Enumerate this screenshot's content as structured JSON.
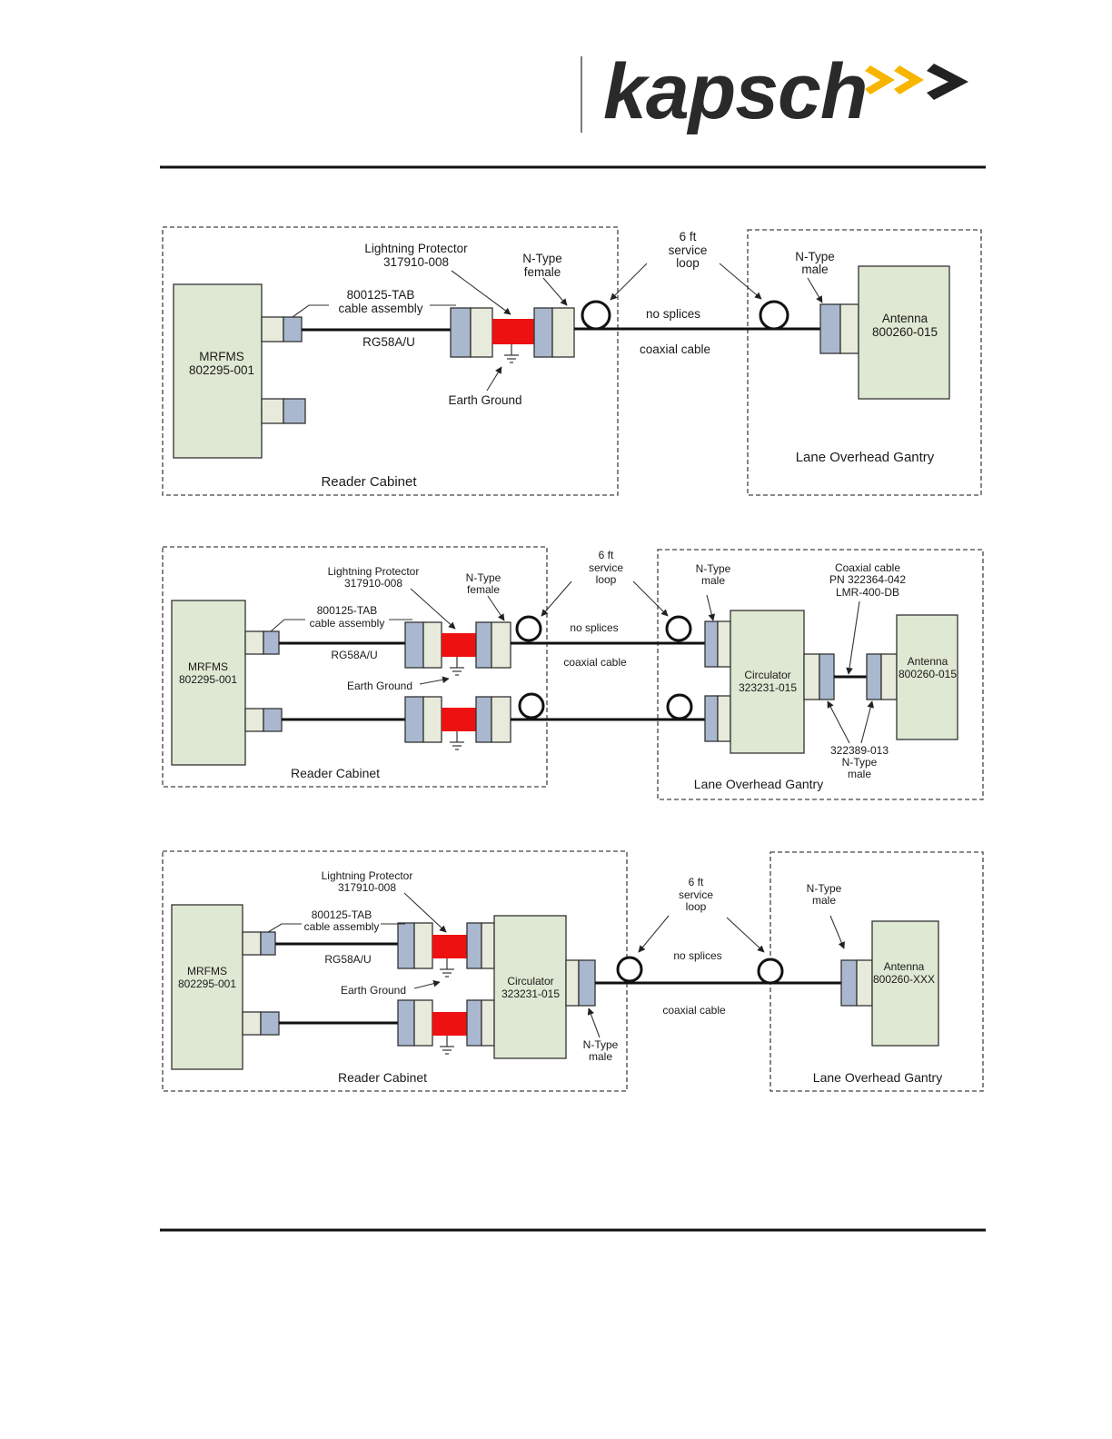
{
  "header": {
    "logo_text": "kapsch",
    "logo_chevrons": ">>>",
    "logo_chevron_color": "#f7b500"
  },
  "colors": {
    "lightning_protector": "#ee1111",
    "box_fill": "#dfe8d2",
    "connector_blue": "#aab8cf"
  },
  "diagram1": {
    "mrfms": [
      "MRFMS",
      "802295-001"
    ],
    "cable_assembly": [
      "800125-TAB",
      "cable assembly"
    ],
    "rg": "RG58A/U",
    "lightning": [
      "Lightning Protector",
      "317910-008"
    ],
    "ntype_female": [
      "N-Type",
      "female"
    ],
    "earth": "Earth Ground",
    "service_loop": [
      "6 ft",
      "service",
      "loop"
    ],
    "no_splices": "no splices",
    "coax": "coaxial cable",
    "ntype_male": [
      "N-Type",
      "male"
    ],
    "antenna": [
      "Antenna",
      "800260-015"
    ],
    "gantry": "Lane Overhead Gantry",
    "cabinet": "Reader Cabinet"
  },
  "diagram2": {
    "mrfms": [
      "MRFMS",
      "802295-001"
    ],
    "cable_assembly": [
      "800125-TAB",
      "cable assembly"
    ],
    "rg": "RG58A/U",
    "lightning": [
      "Lightning Protector",
      "317910-008"
    ],
    "ntype_female": [
      "N-Type",
      "female"
    ],
    "earth": "Earth Ground",
    "service_loop": [
      "6 ft",
      "service",
      "loop"
    ],
    "no_splices": "no splices",
    "coax": "coaxial cable",
    "ntype_male": [
      "N-Type",
      "male"
    ],
    "coax_lmr": [
      "Coaxial cable",
      "PN 322364-042",
      "LMR-400-DB"
    ],
    "circulator": [
      "Circulator",
      "323231-015"
    ],
    "antenna": [
      "Antenna",
      "800260-015"
    ],
    "ntype_322389": [
      "322389-013",
      "N-Type",
      "male"
    ],
    "gantry": "Lane Overhead Gantry",
    "cabinet": "Reader Cabinet"
  },
  "diagram3": {
    "mrfms": [
      "MRFMS",
      "802295-001"
    ],
    "cable_assembly": [
      "800125-TAB",
      "cable assembly"
    ],
    "rg": "RG58A/U",
    "lightning": [
      "Lightning Protector",
      "317910-008"
    ],
    "earth": "Earth Ground",
    "circulator": [
      "Circulator",
      "323231-015"
    ],
    "ntype_male_cab": [
      "N-Type",
      "male"
    ],
    "service_loop": [
      "6 ft",
      "service",
      "loop"
    ],
    "no_splices": "no splices",
    "coax": "coaxial cable",
    "ntype_male": [
      "N-Type",
      "male"
    ],
    "antenna": [
      "Antenna",
      "800260-XXX"
    ],
    "gantry": "Lane Overhead Gantry",
    "cabinet": "Reader Cabinet"
  }
}
